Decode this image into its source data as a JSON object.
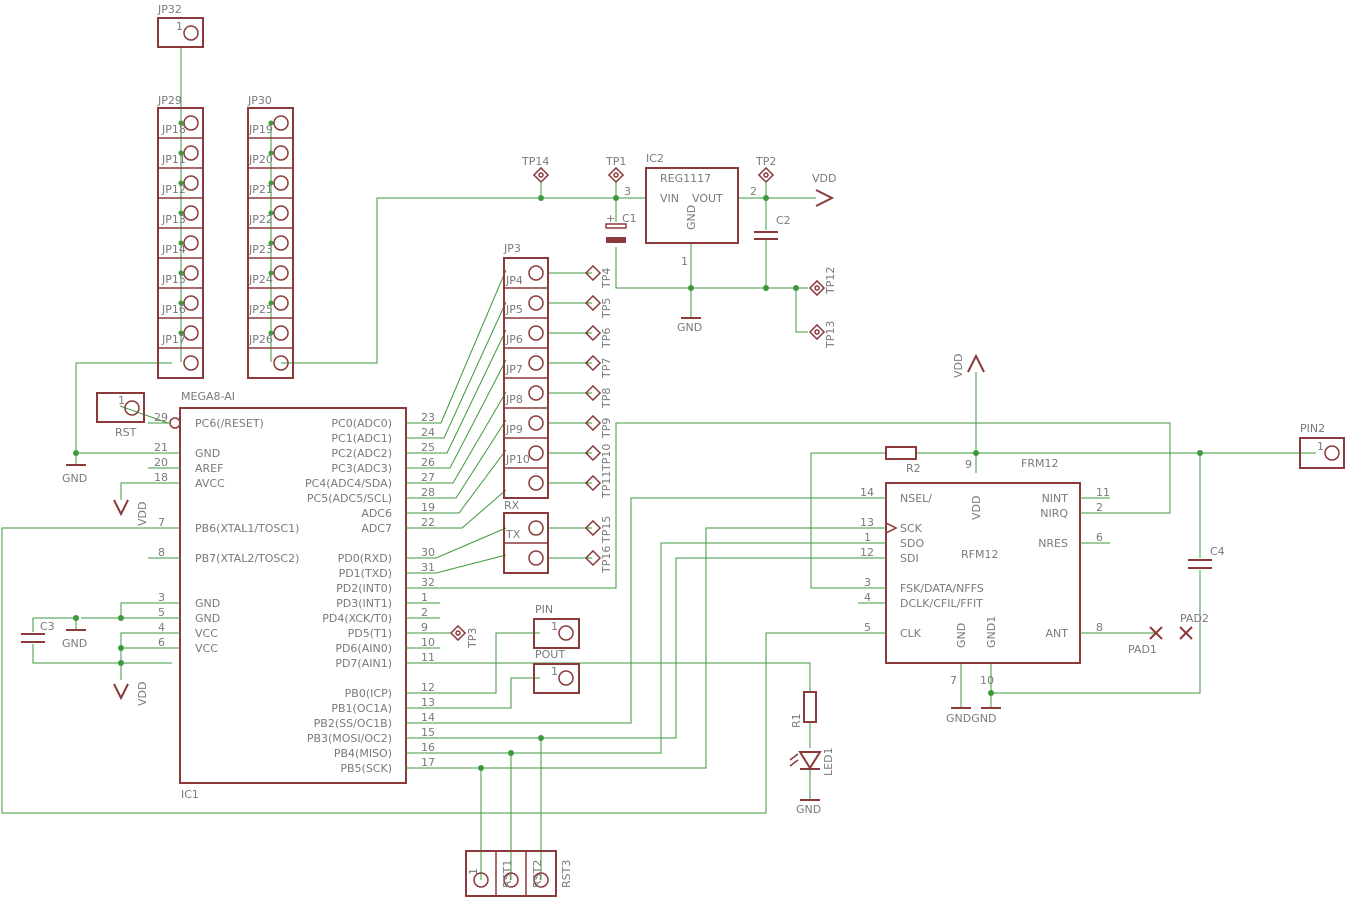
{
  "jp32": {
    "name": "JP32",
    "pin": "1"
  },
  "jp29": {
    "name": "JP29",
    "rows": [
      "JP18",
      "JP11",
      "JP12",
      "JP13",
      "JP14",
      "JP15",
      "JP16",
      "JP17"
    ]
  },
  "jp30": {
    "name": "JP30",
    "rows": [
      "JP19",
      "JP20",
      "JP21",
      "JP22",
      "JP23",
      "JP24",
      "JP25",
      "JP26"
    ]
  },
  "tps": {
    "tp14": "TP14",
    "tp1": "TP1",
    "tp2": "TP2",
    "tp12": "TP12",
    "tp13": "TP13",
    "tp3": "TP3"
  },
  "ic2": {
    "name": "IC2",
    "part": "REG1117",
    "vin": "VIN",
    "vout": "VOUT",
    "gnd": "GND",
    "pin3": "3",
    "pin2": "2",
    "pin1": "1"
  },
  "supply": {
    "vdd": "VDD",
    "gnd": "GND"
  },
  "caps": {
    "c1": "C1",
    "c2": "C2",
    "c3": "C3",
    "c4": "C4",
    "plus": "+"
  },
  "jp3": {
    "name": "JP3",
    "labels": [
      "JP4",
      "JP5",
      "JP6",
      "JP7",
      "JP8",
      "JP9",
      "JP10",
      ""
    ],
    "tps": [
      "TP4",
      "TP5",
      "TP6",
      "TP7",
      "TP8",
      "TP9",
      "TP10",
      "TP11"
    ]
  },
  "rx": {
    "name": "RX",
    "label": "TX",
    "tps": [
      "TP15",
      "TP16"
    ]
  },
  "rst": {
    "name": "RST",
    "pin": "1"
  },
  "ic1": {
    "part": "MEGA8-AI",
    "name": "IC1",
    "left": [
      {
        "num": "29",
        "label": "PC6(/RESET)"
      },
      {
        "num": "21",
        "label": "GND"
      },
      {
        "num": "20",
        "label": "AREF"
      },
      {
        "num": "18",
        "label": "AVCC"
      },
      {
        "num": "7",
        "label": "PB6(XTAL1/TOSC1)"
      },
      {
        "num": "8",
        "label": "PB7(XTAL2/TOSC2)"
      },
      {
        "num": "3",
        "label": "GND"
      },
      {
        "num": "5",
        "label": "GND"
      },
      {
        "num": "4",
        "label": "VCC"
      },
      {
        "num": "6",
        "label": "VCC"
      }
    ],
    "right": [
      {
        "num": "23",
        "label": "PC0(ADC0)"
      },
      {
        "num": "24",
        "label": "PC1(ADC1)"
      },
      {
        "num": "25",
        "label": "PC2(ADC2)"
      },
      {
        "num": "26",
        "label": "PC3(ADC3)"
      },
      {
        "num": "27",
        "label": "PC4(ADC4/SDA)"
      },
      {
        "num": "28",
        "label": "PC5(ADC5/SCL)"
      },
      {
        "num": "19",
        "label": "ADC6"
      },
      {
        "num": "22",
        "label": "ADC7"
      },
      {
        "num": "30",
        "label": "PD0(RXD)"
      },
      {
        "num": "31",
        "label": "PD1(TXD)"
      },
      {
        "num": "32",
        "label": "PD2(INT0)"
      },
      {
        "num": "1",
        "label": "PD3(INT1)"
      },
      {
        "num": "2",
        "label": "PD4(XCK/T0)"
      },
      {
        "num": "9",
        "label": "PD5(T1)"
      },
      {
        "num": "10",
        "label": "PD6(AIN0)"
      },
      {
        "num": "11",
        "label": "PD7(AIN1)"
      },
      {
        "num": "12",
        "label": "PB0(ICP)"
      },
      {
        "num": "13",
        "label": "PB1(OC1A)"
      },
      {
        "num": "14",
        "label": "PB2(SS/OC1B)"
      },
      {
        "num": "15",
        "label": "PB3(MOSI/OC2)"
      },
      {
        "num": "16",
        "label": "PB4(MISO)"
      },
      {
        "num": "17",
        "label": "PB5(SCK)"
      }
    ]
  },
  "pin": {
    "name": "PIN",
    "pin": "1"
  },
  "pout": {
    "name": "POUT",
    "pin": "1"
  },
  "r1": {
    "name": "R1"
  },
  "r2": {
    "name": "R2"
  },
  "led1": {
    "name": "LED1"
  },
  "pin2": {
    "name": "PIN2",
    "pin": "1"
  },
  "rfm12": {
    "title": "FRM12",
    "name": "RFM12",
    "vdd": "VDD",
    "pin9": "9",
    "left": [
      {
        "num": "14",
        "label": "NSEL/"
      },
      {
        "num": "13",
        "label": "SCK"
      },
      {
        "num": "1",
        "label": "SDO"
      },
      {
        "num": "12",
        "label": "SDI"
      },
      {
        "num": "3",
        "label": "FSK/DATA/NFFS"
      },
      {
        "num": "4",
        "label": "DCLK/CFIL/FFIT"
      },
      {
        "num": "5",
        "label": "CLK"
      }
    ],
    "right": [
      {
        "num": "11",
        "label": "NINT"
      },
      {
        "num": "2",
        "label": "NIRQ"
      },
      {
        "num": "6",
        "label": "NRES"
      },
      {
        "num": "8",
        "label": "ANT"
      }
    ],
    "bottom": [
      {
        "num": "7",
        "label": "GND"
      },
      {
        "num": "10",
        "label": "GND1"
      }
    ]
  },
  "pads": {
    "pad1": "PAD1",
    "pad2": "PAD2"
  },
  "gndgnd": "GNDGND",
  "rst3": {
    "name": "RST3",
    "labels": [
      "RST1",
      "RST2"
    ],
    "pin": "1"
  }
}
